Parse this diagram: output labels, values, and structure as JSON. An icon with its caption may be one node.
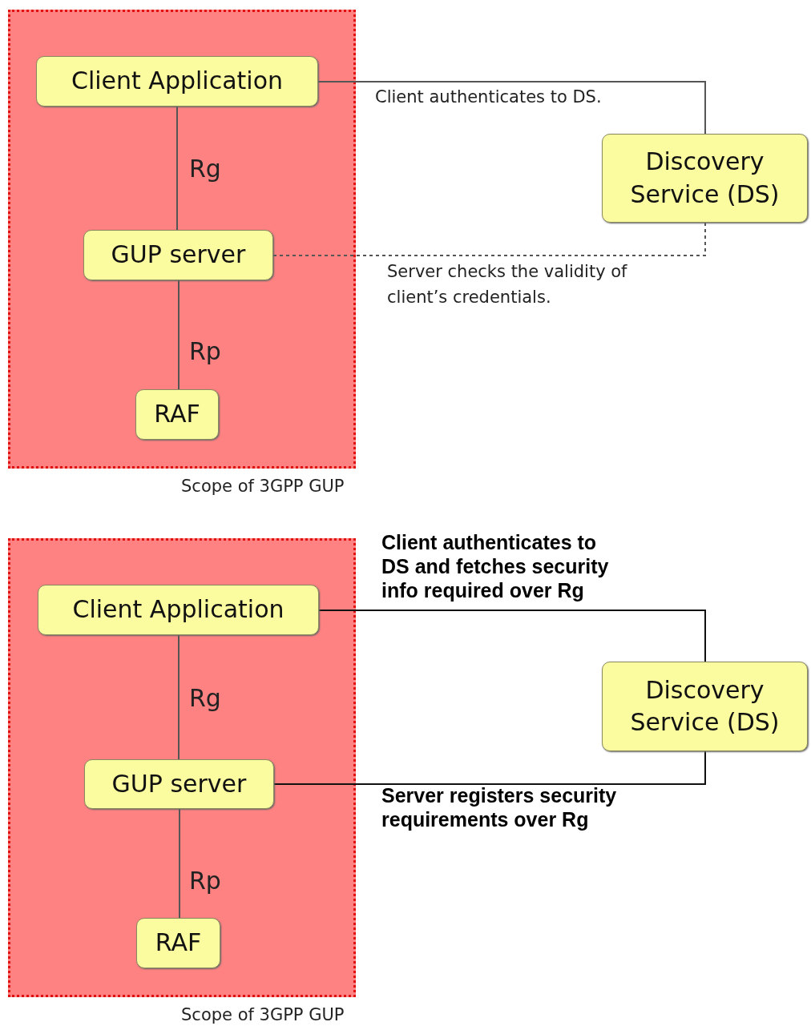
{
  "diagram": {
    "nodes": [
      {
        "text": [],
        "shape": "box",
        "beside": [
          "Scope of 3GPP GUP"
        ]
      },
      {
        "text": [
          "Client Application"
        ],
        "in": 0
      },
      {
        "text": [
          "GUP server"
        ],
        "in": 0
      },
      {
        "text": [
          "RAF"
        ],
        "in": 0
      },
      {
        "text": [
          "Discovery Service (DS)"
        ]
      },
      {
        "text": [],
        "shape": "box",
        "beside": [
          "Scope of 3GPP GUP"
        ]
      },
      {
        "text": [
          "Client Application"
        ],
        "in": 5
      },
      {
        "text": [
          "GUP server"
        ],
        "in": 5
      },
      {
        "text": [
          "RAF"
        ],
        "in": 5
      },
      {
        "text": [
          "Discovery Service (DS)"
        ]
      }
    ],
    "edges": [
      {
        "from": 1,
        "to": 2,
        "label": "Rg",
        "arrow": "none"
      },
      {
        "from": 2,
        "to": 3,
        "label": "Rp",
        "arrow": "none"
      },
      {
        "from": 1,
        "to": 4,
        "label": "Client authenticates to DS.",
        "arrow": "none"
      },
      {
        "from": 2,
        "to": 4,
        "label": "Server checks the validity of client’s credentials.",
        "arrow": "none",
        "style": "dashed"
      },
      {
        "from": 6,
        "to": 7,
        "label": "Rg",
        "arrow": "none"
      },
      {
        "from": 7,
        "to": 8,
        "label": "Rp",
        "arrow": "none"
      },
      {
        "from": 6,
        "to": 9,
        "label": "Client authenticates to DS and fetches security info required over Rg",
        "arrow": "none"
      },
      {
        "from": 7,
        "to": 9,
        "label": "Server registers security requirements over Rg",
        "arrow": "none"
      }
    ]
  }
}
